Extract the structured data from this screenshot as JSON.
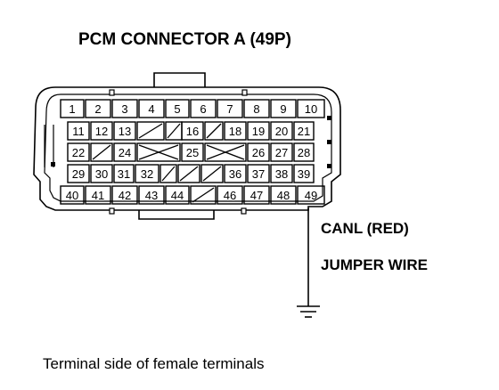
{
  "title": "PCM CONNECTOR A (49P)",
  "wire_label": "CANL (RED)",
  "jumper_label": "JUMPER WIRE",
  "caption": "Terminal side of female terminals",
  "highlighted_terminal": "49",
  "rows": [
    [
      "1",
      "2",
      "3",
      "4",
      "5",
      "6",
      "7",
      "8",
      "9",
      "10"
    ],
    [
      "11",
      "12",
      "13",
      "",
      "",
      "16",
      "",
      "18",
      "19",
      "20",
      "21"
    ],
    [
      "22",
      "",
      "24",
      "",
      "25",
      "",
      "",
      "26",
      "27",
      "28"
    ],
    [
      "29",
      "30",
      "31",
      "32",
      "",
      "",
      "",
      "36",
      "37",
      "38",
      "39"
    ],
    [
      "40",
      "41",
      "42",
      "43",
      "44",
      "",
      "46",
      "47",
      "48",
      "49"
    ]
  ]
}
